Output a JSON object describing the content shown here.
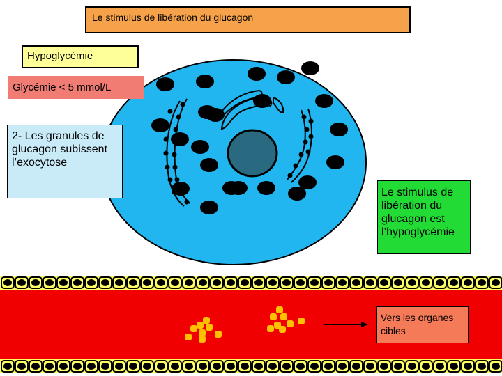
{
  "title": "Le stimulus de libération du glucagon",
  "hypo_label": "Hypoglycémie",
  "glycemia_label": "Glycémie < 5 mmol/L",
  "step_label": "2- Les granules de glucagon subissent l’exocytose",
  "result_label": "Le stimulus de libération du glucagon est l’hypoglycémie",
  "target_label": "Vers les organes cibles",
  "colors": {
    "title_bg": "#f5a24a",
    "hypo_bg": "#ffff99",
    "glycemia_bg": "#f07c74",
    "step_bg": "#c9ebf7",
    "cell": "#22b6f0",
    "nucleus": "#2a6a80",
    "vessel": "#f00000",
    "granule": "#ffc000",
    "result_bg": "#22dc35",
    "target_bg": "#f47a58"
  }
}
